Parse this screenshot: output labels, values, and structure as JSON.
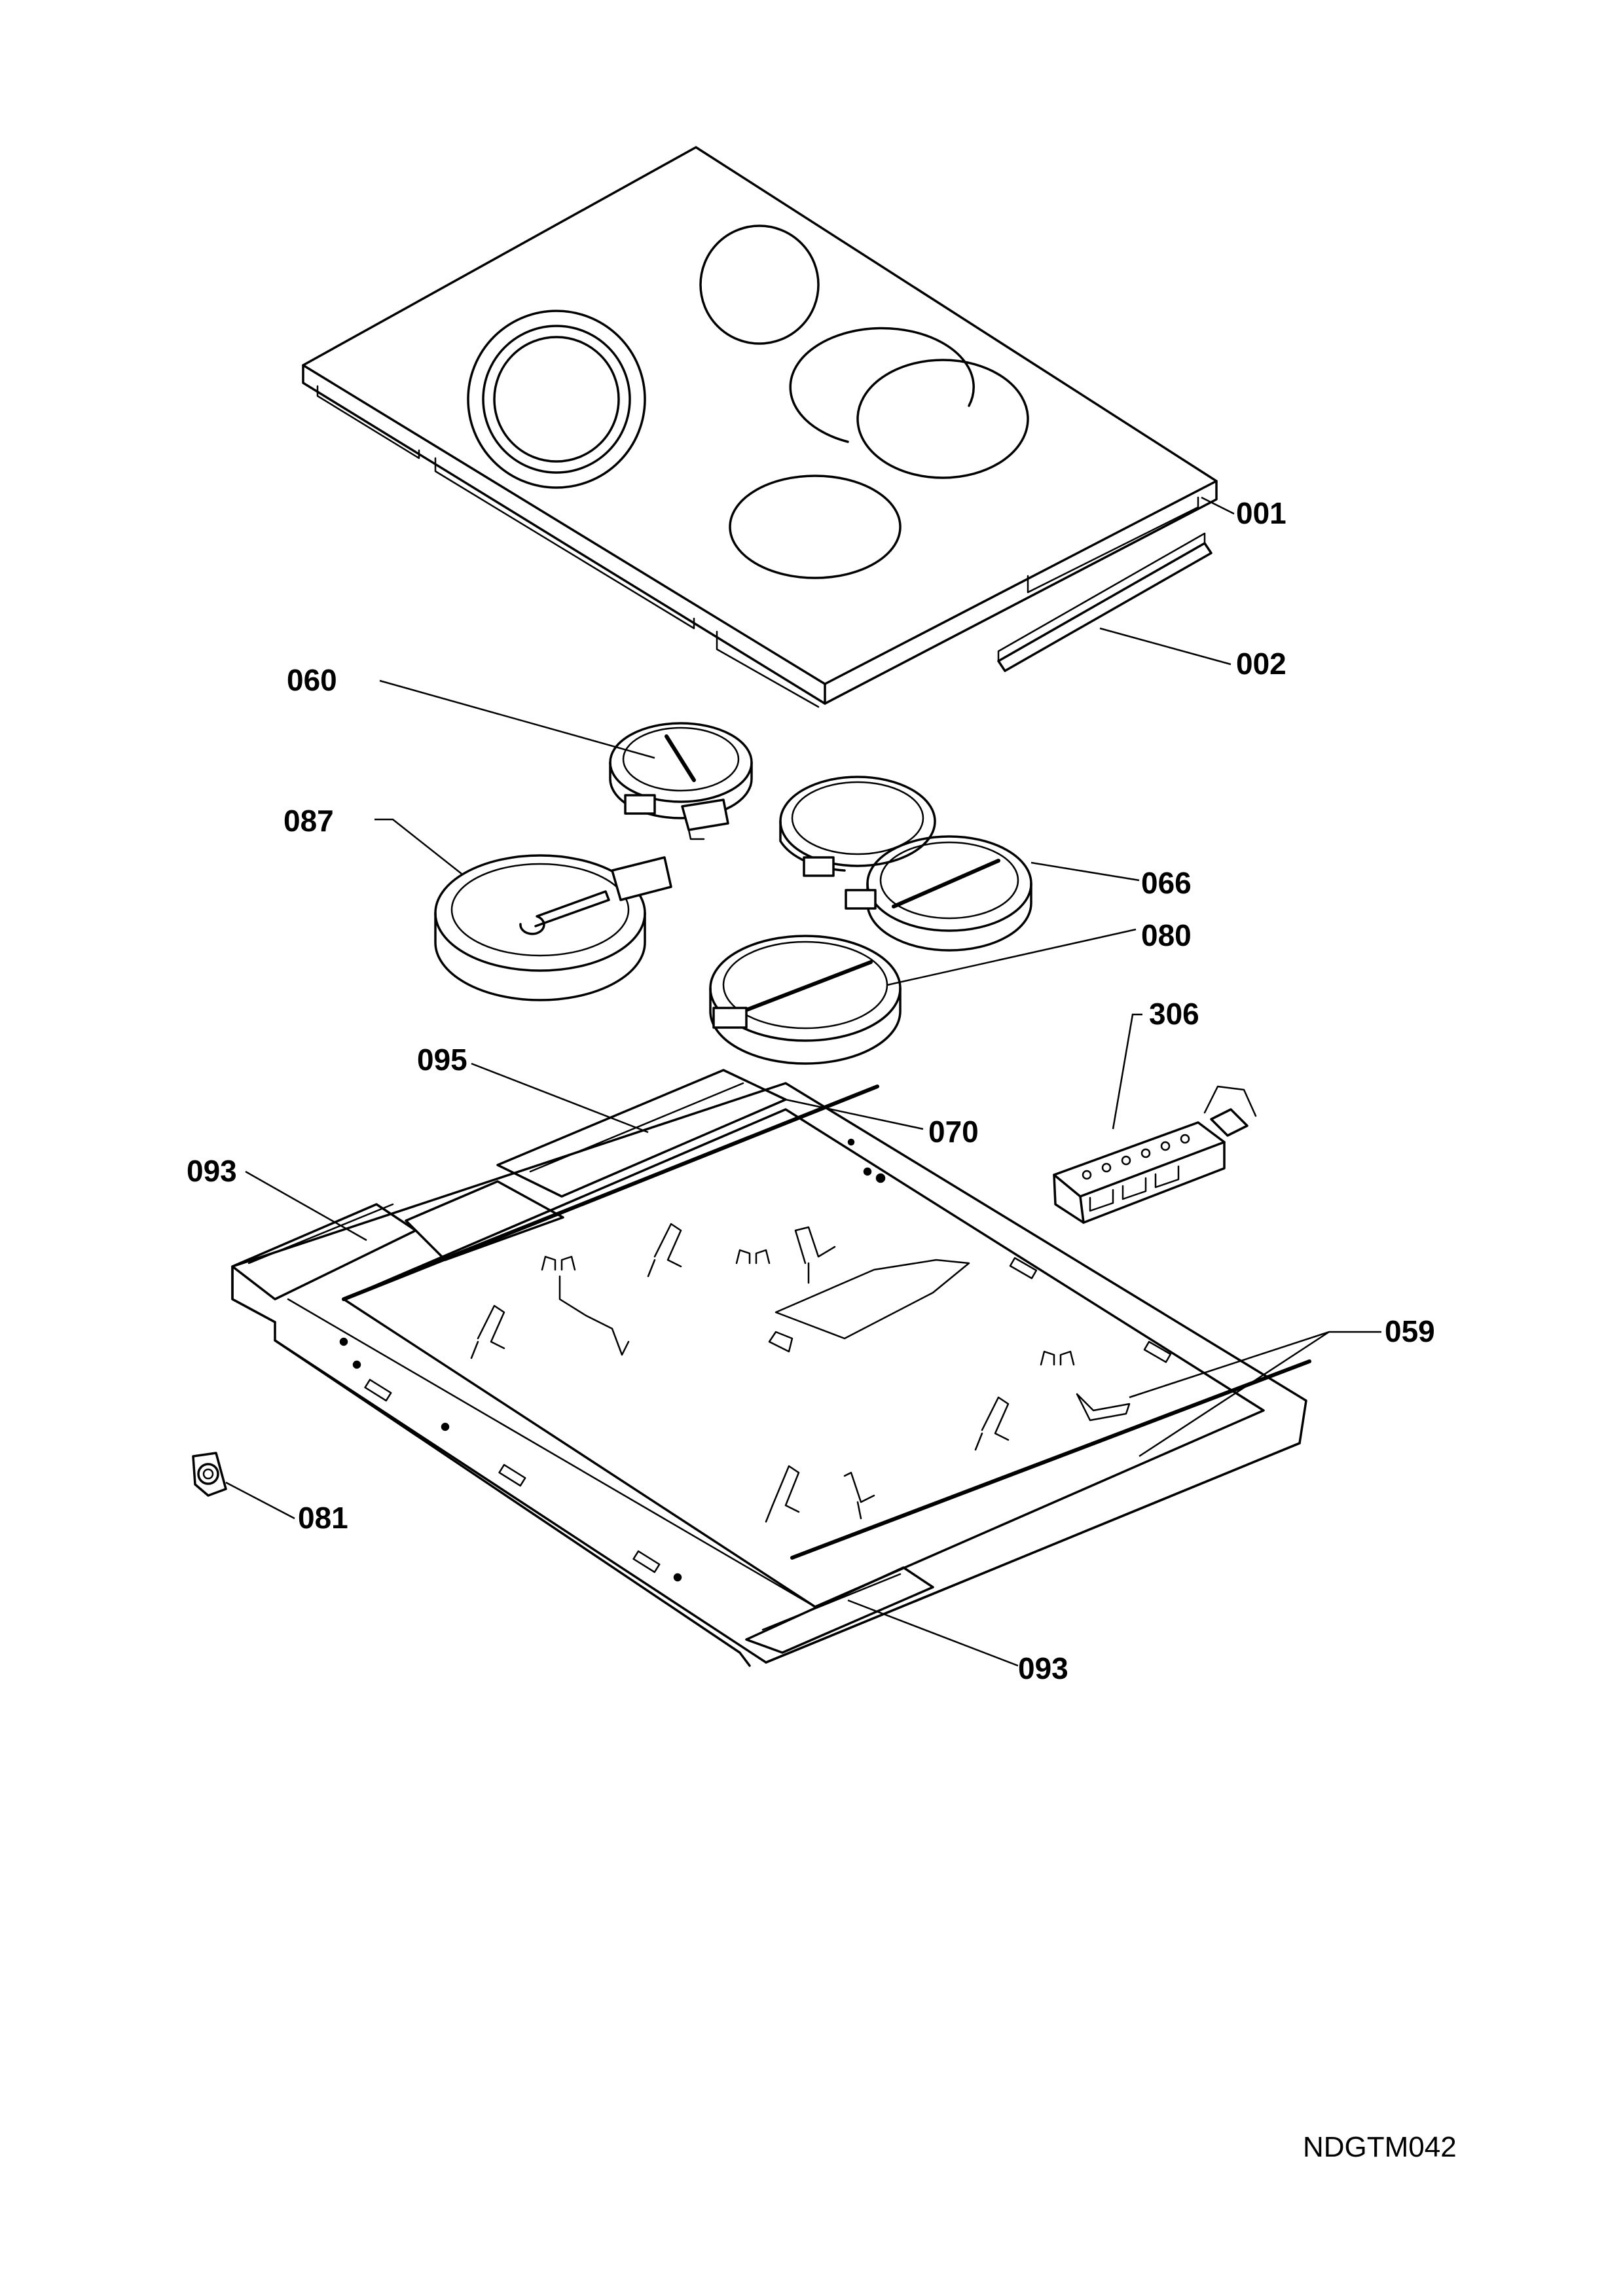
{
  "drawing": {
    "code": "NDGTM042"
  },
  "callouts": [
    {
      "id": "001",
      "label": "001"
    },
    {
      "id": "002",
      "label": "002"
    },
    {
      "id": "060",
      "label": "060"
    },
    {
      "id": "087",
      "label": "087"
    },
    {
      "id": "066",
      "label": "066"
    },
    {
      "id": "080",
      "label": "080"
    },
    {
      "id": "306",
      "label": "306"
    },
    {
      "id": "095",
      "label": "095"
    },
    {
      "id": "070",
      "label": "070"
    },
    {
      "id": "093a",
      "label": "093"
    },
    {
      "id": "059",
      "label": "059"
    },
    {
      "id": "081",
      "label": "081"
    },
    {
      "id": "093b",
      "label": "093"
    }
  ]
}
